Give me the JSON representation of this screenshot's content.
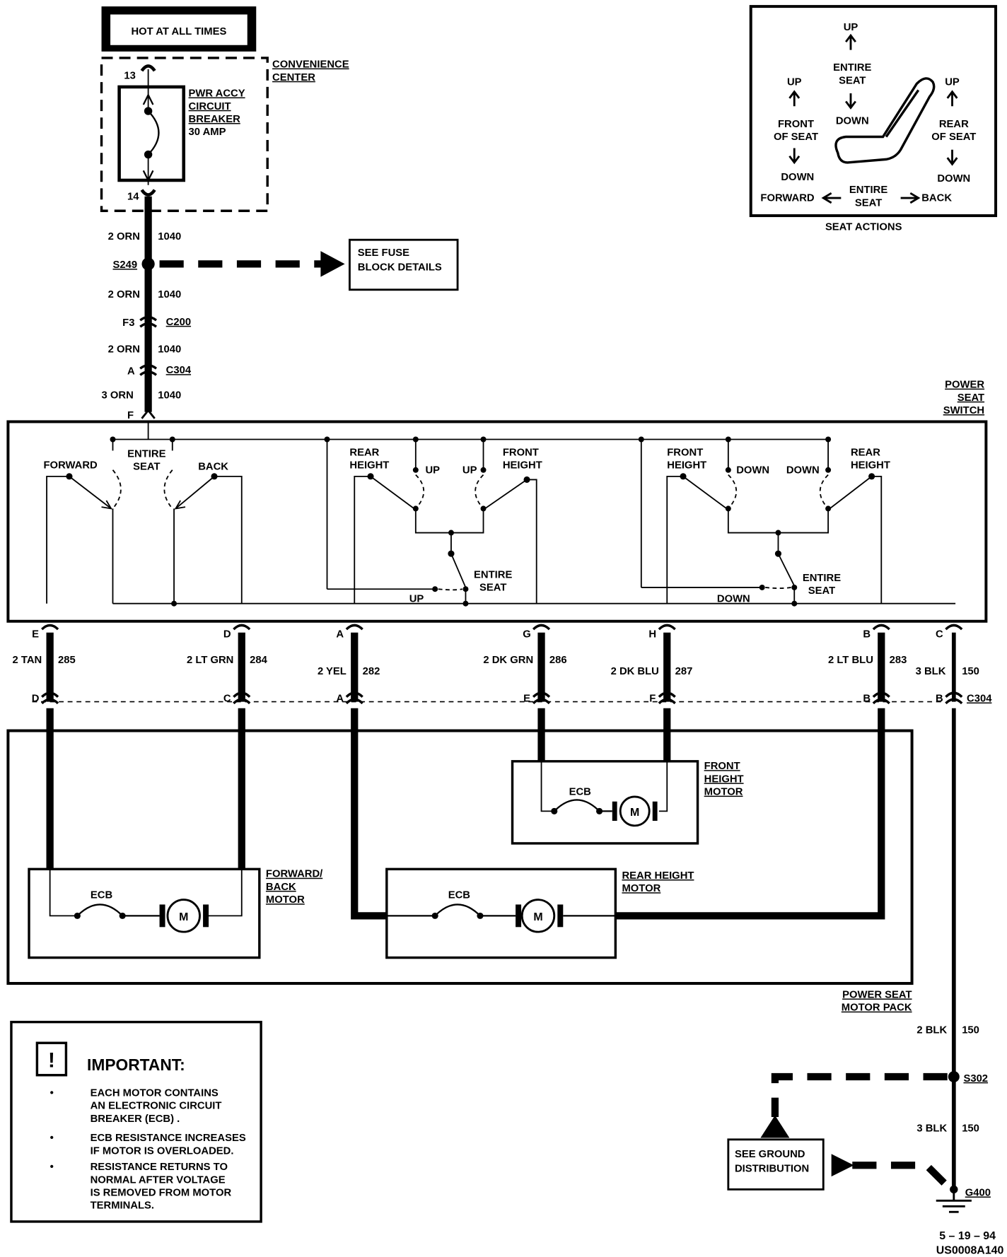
{
  "header": {
    "hot_label": "HOT AT ALL TIMES",
    "convenience_center": "CONVENIENCE",
    "convenience_center2": "CENTER",
    "pin_top": "13",
    "pin_bottom": "14",
    "breaker_l1": "PWR ACCY",
    "breaker_l2": "CIRCUIT",
    "breaker_l3": "BREAKER",
    "breaker_l4": "30 AMP"
  },
  "seat_actions": {
    "title": "SEAT ACTIONS",
    "up_center": "UP",
    "entire_seat_top1": "ENTIRE",
    "entire_seat_top2": "SEAT",
    "down_center": "DOWN",
    "up_left": "UP",
    "front_of_seat1": "FRONT",
    "front_of_seat2": "OF SEAT",
    "down_left": "DOWN",
    "up_right": "UP",
    "rear_of_seat1": "REAR",
    "rear_of_seat2": "OF SEAT",
    "down_right": "DOWN",
    "forward": "FORWARD",
    "entire_seat_bottom1": "ENTIRE",
    "entire_seat_bottom2": "SEAT",
    "back": "BACK"
  },
  "feed": {
    "wire1_left": "2 ORN",
    "wire1_right": "1040",
    "splice_s249": "S249",
    "fuse_ref1": "SEE  FUSE",
    "fuse_ref2": "BLOCK  DETAILS",
    "wire2_left": "2 ORN",
    "wire2_right": "1040",
    "c200_pin": "F3",
    "c200": "C200",
    "wire3_left": "2 ORN",
    "wire3_right": "1040",
    "c304_pin": "A",
    "c304": "C304",
    "wire4_left": "3  ORN",
    "wire4_right": "1040",
    "switch_pin": "F"
  },
  "power_seat_switch": {
    "title1": "POWER",
    "title2": "SEAT",
    "title3": "SWITCH",
    "forward": "FORWARD",
    "entire1": "ENTIRE",
    "entire2": "SEAT",
    "back": "BACK",
    "rear_height1": "REAR",
    "rear_height2": "HEIGHT",
    "up_a": "UP",
    "up_b": "UP",
    "front_height1": "FRONT",
    "front_height2": "HEIGHT",
    "entire_up1": "ENTIRE",
    "entire_up2": "SEAT",
    "up_label": "UP",
    "front_height_b1": "FRONT",
    "front_height_b2": "HEIGHT",
    "down_a": "DOWN",
    "down_b": "DOWN",
    "rear_height_b1": "REAR",
    "rear_height_b2": "HEIGHT",
    "entire_down1": "ENTIRE",
    "entire_down2": "SEAT",
    "down_label": "DOWN"
  },
  "wires": [
    {
      "pin_top": "E",
      "color": "2  TAN",
      "circuit": "285",
      "pin_bottom": "D"
    },
    {
      "pin_top": "D",
      "color": "2 LT GRN",
      "circuit": "284",
      "pin_bottom": "C"
    },
    {
      "pin_top": "A",
      "color": "2 YEL",
      "circuit": "282",
      "pin_bottom": "A"
    },
    {
      "pin_top": "G",
      "color": "2 DK GRN",
      "circuit": "286",
      "pin_bottom": "E"
    },
    {
      "pin_top": "H",
      "color": "2 DK BLU",
      "circuit": "287",
      "pin_bottom": "F"
    },
    {
      "pin_top": "B",
      "color": "2 LT BLU",
      "circuit": "283",
      "pin_bottom": "B"
    },
    {
      "pin_top": "C",
      "color": "3 BLK",
      "circuit": "150",
      "pin_bottom": "B"
    }
  ],
  "connector_c304": "C304",
  "motors": {
    "front_height1": "FRONT",
    "front_height2": "HEIGHT",
    "front_height3": "MOTOR",
    "fwd_back1": "FORWARD/",
    "fwd_back2": "BACK",
    "fwd_back3": "MOTOR",
    "rear_height1": "REAR HEIGHT",
    "rear_height2": "MOTOR",
    "ecb": "ECB",
    "motor_symbol": "M",
    "motor_pack1": "POWER  SEAT",
    "motor_pack2": "MOTOR  PACK"
  },
  "important": {
    "title": "IMPORTANT:",
    "bullet": "•",
    "b1_l1": "EACH MOTOR CONTAINS",
    "b1_l2": "AN ELECTRONIC CIRCUIT",
    "b1_l3": "BREAKER (ECB) .",
    "b2_l1": "ECB RESISTANCE INCREASES",
    "b2_l2": "IF MOTOR IS OVERLOADED.",
    "b3_l1": "RESISTANCE RETURNS TO",
    "b3_l2": "NORMAL AFTER VOLTAGE",
    "b3_l3": "IS REMOVED FROM MOTOR",
    "b3_l4": "TERMINALS."
  },
  "ground": {
    "wire1_left": "2 BLK",
    "wire1_right": "150",
    "splice": "S302",
    "wire2_left": "3 BLK",
    "wire2_right": "150",
    "ground_ref1": "SEE GROUND",
    "ground_ref2": "DISTRIBUTION",
    "ground_id": "G400"
  },
  "footer": {
    "date": "5 – 19 – 94",
    "doc_id": "US0008A140"
  }
}
